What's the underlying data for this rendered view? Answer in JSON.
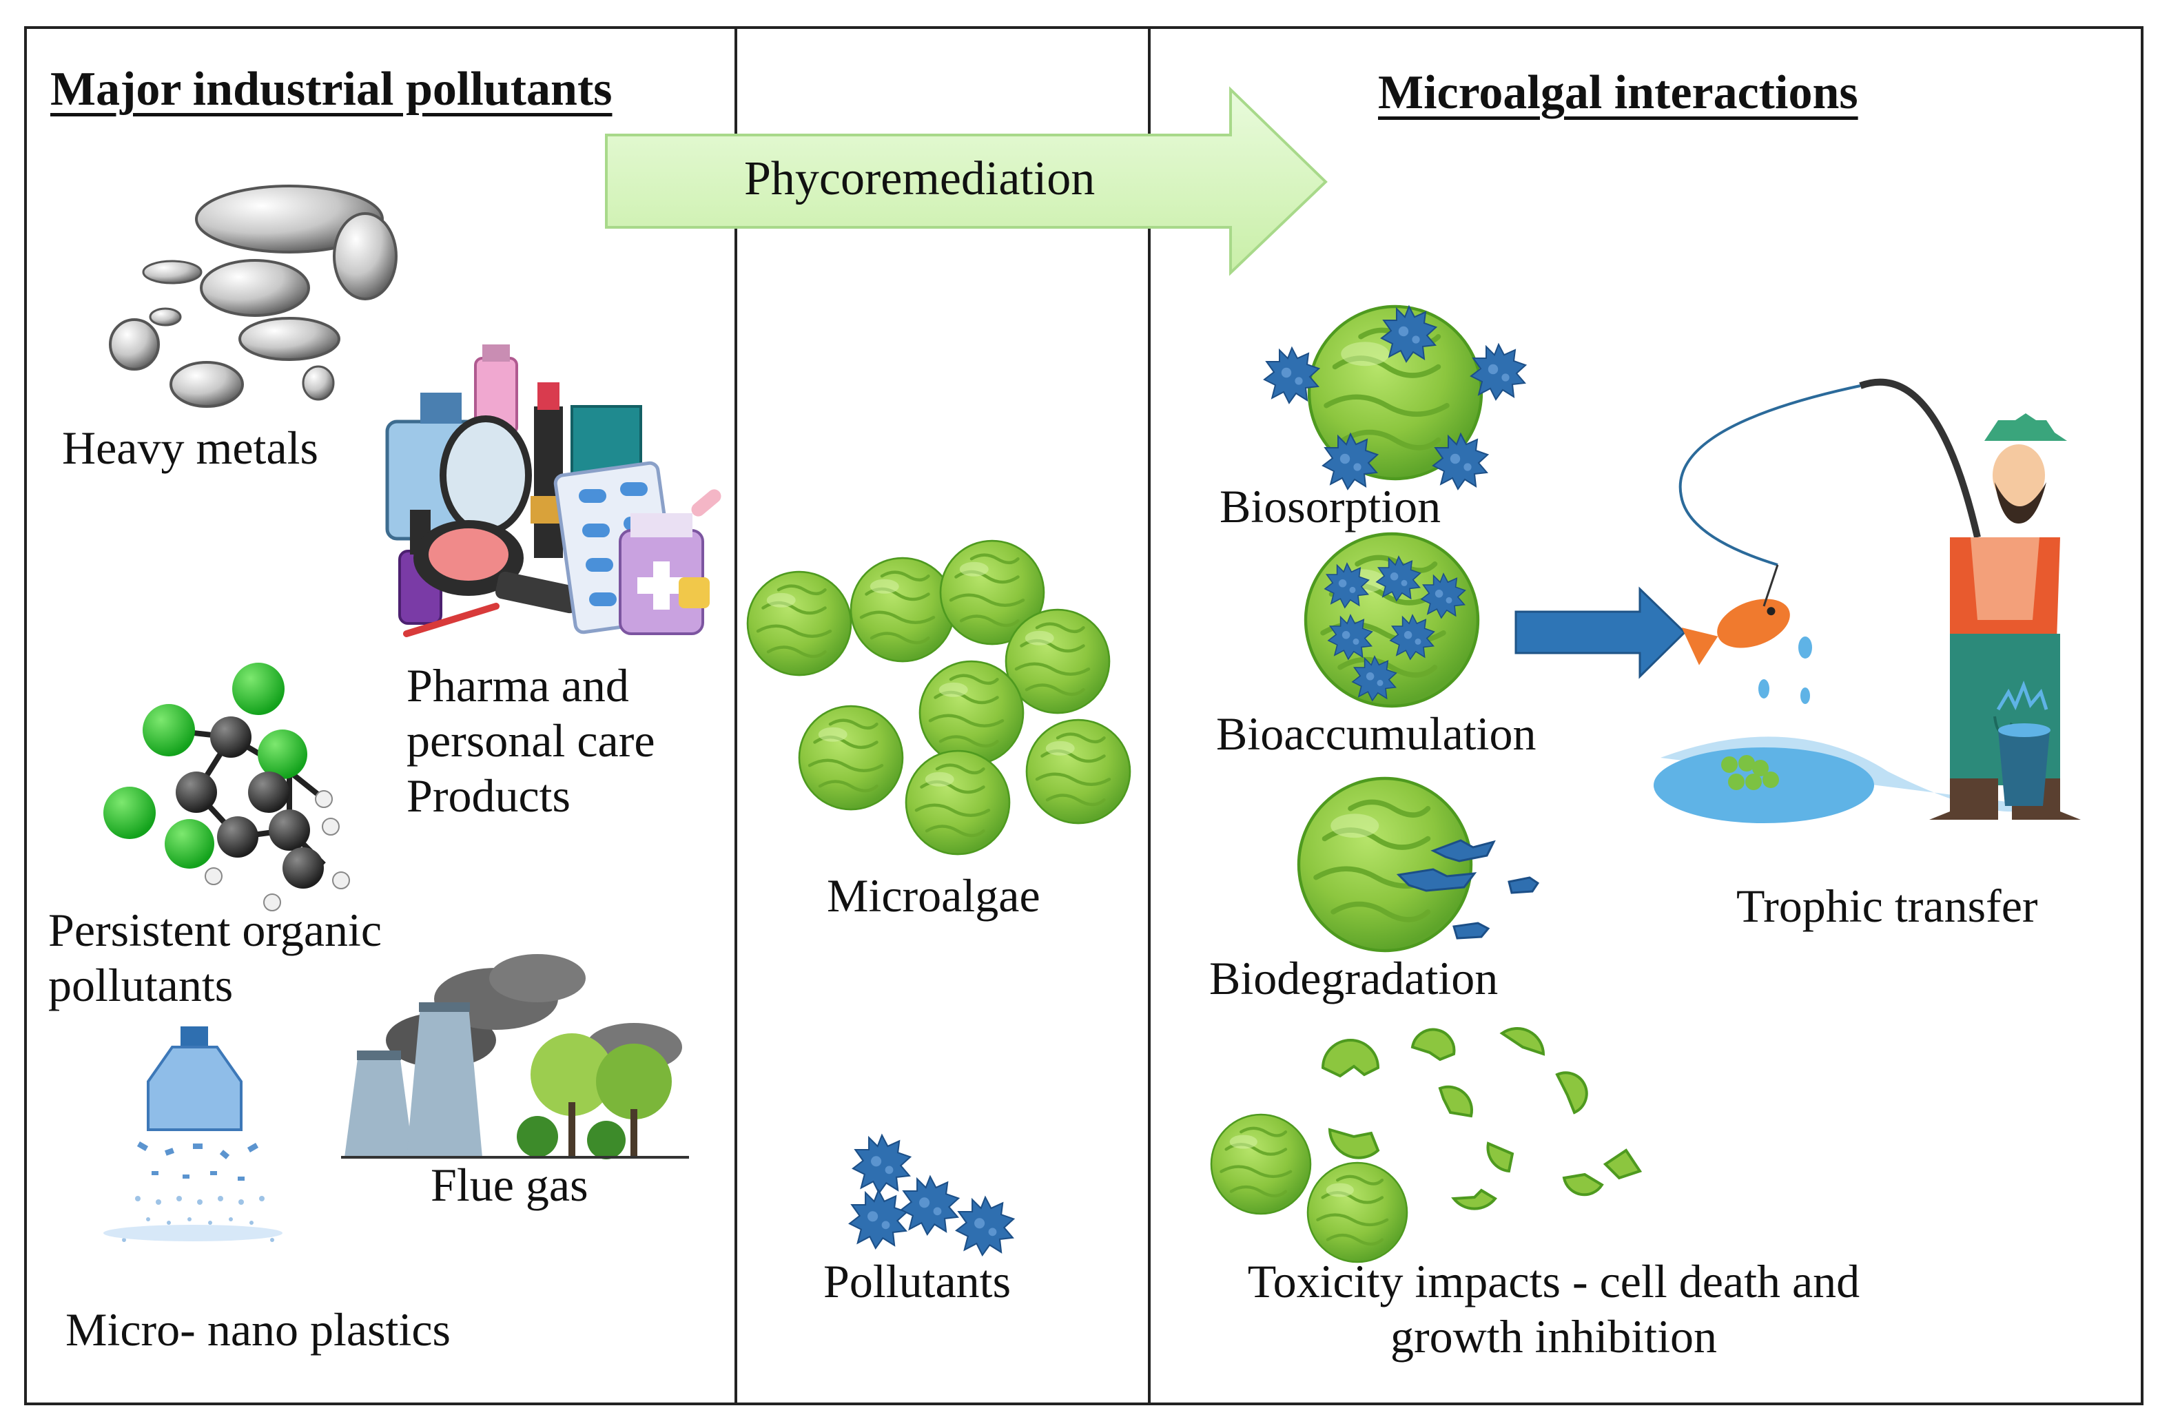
{
  "panels": {
    "left": {
      "heading": "Major industrial pollutants",
      "items": [
        "Heavy metals",
        "Pharma and personal care Products",
        "Persistent organic pollutants",
        "Flue gas",
        "Micro- nano plastics"
      ]
    },
    "middle": {
      "arrow_label": "Phycoremediation",
      "microalgae_label": "Microalgae",
      "pollutants_label": "Pollutants"
    },
    "right": {
      "heading": "Microalgal interactions",
      "items": [
        "Biosorption",
        "Bioaccumulation",
        "Biodegradation",
        "Toxicity impacts - cell death and growth inhibition"
      ],
      "trophic_label": "Trophic transfer"
    }
  },
  "colors": {
    "algae_fill": "#8cc63f",
    "algae_dark": "#4e9a1f",
    "pollutant": "#2f6fb0",
    "arrow_fill": "#d8f5c0",
    "blue_arrow": "#2e75b6"
  }
}
